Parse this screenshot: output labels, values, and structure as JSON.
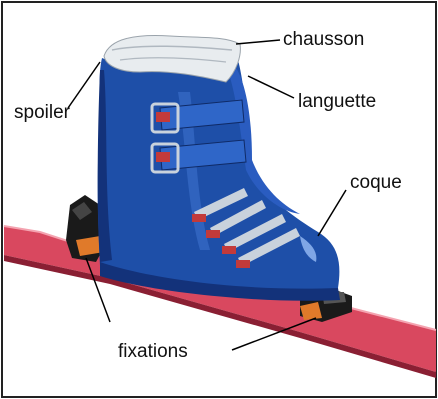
{
  "labels": {
    "chausson": "chausson",
    "spoiler": "spoiler",
    "languette": "languette",
    "coque": "coque",
    "fixations": "fixations"
  },
  "colors": {
    "shell": "#1e4fa8",
    "shell_dark": "#13327a",
    "shell_light": "#3f74cf",
    "liner": "#e8ecef",
    "ski": "#d9485f",
    "ski_edge": "#8a1f33",
    "binding": "#1a1a1a",
    "binding_accent": "#e07a2a",
    "buckle": "#c9d2dc",
    "buckle_red": "#c23a3a",
    "leader": "#000000"
  }
}
